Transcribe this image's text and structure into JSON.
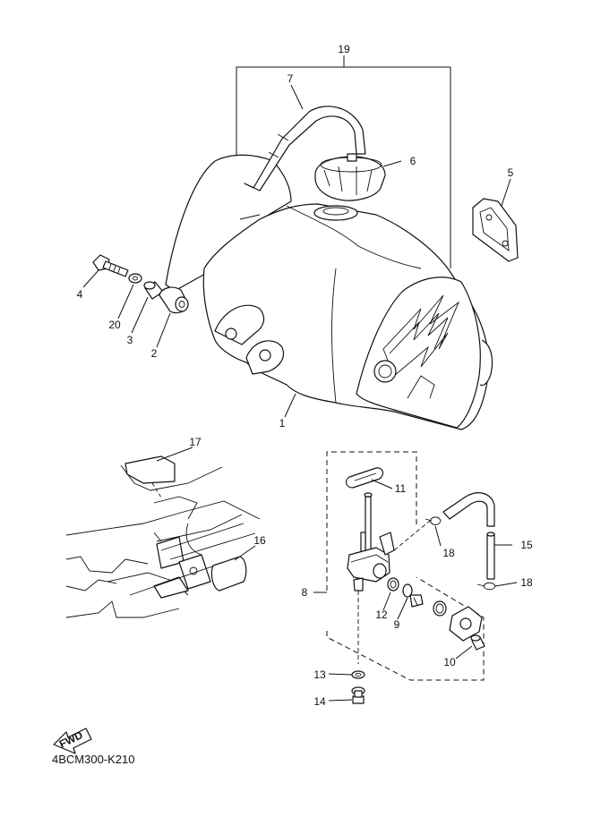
{
  "callouts": [
    {
      "id": "1",
      "text": "1"
    },
    {
      "id": "2",
      "text": "2"
    },
    {
      "id": "3",
      "text": "3"
    },
    {
      "id": "4",
      "text": "4"
    },
    {
      "id": "5",
      "text": "5"
    },
    {
      "id": "6",
      "text": "6"
    },
    {
      "id": "7",
      "text": "7"
    },
    {
      "id": "8",
      "text": "8"
    },
    {
      "id": "9",
      "text": "9"
    },
    {
      "id": "10",
      "text": "10"
    },
    {
      "id": "11",
      "text": "11"
    },
    {
      "id": "12",
      "text": "12"
    },
    {
      "id": "13",
      "text": "13"
    },
    {
      "id": "14",
      "text": "14"
    },
    {
      "id": "15",
      "text": "15"
    },
    {
      "id": "16",
      "text": "16"
    },
    {
      "id": "17",
      "text": "17"
    },
    {
      "id": "18a",
      "text": "18"
    },
    {
      "id": "18b",
      "text": "18"
    },
    {
      "id": "19",
      "text": "19"
    },
    {
      "id": "20",
      "text": "20"
    }
  ],
  "fwd_label": "FWD",
  "diagram_code": "4BCM300-K210",
  "colors": {
    "ink": "#111111",
    "paper": "#ffffff"
  }
}
